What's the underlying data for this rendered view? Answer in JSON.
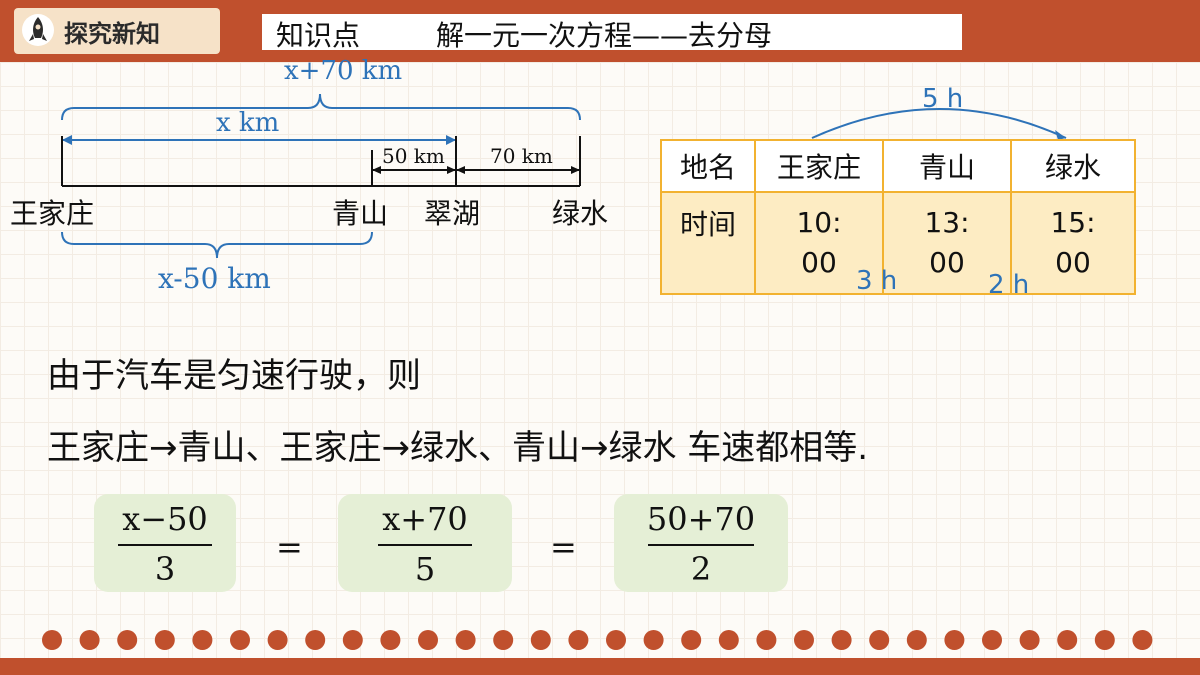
{
  "header": {
    "badge_label": "探究新知",
    "kp_label": "知识点",
    "kp_title": "解一元一次方程——去分母"
  },
  "diagram": {
    "top_brace_label": "x+70 km",
    "x_label": "x km",
    "seg_50": "50 km",
    "seg_70": "70 km",
    "places": [
      "王家庄",
      "青山",
      "翠湖",
      "绿水"
    ],
    "bottom_brace_label": "x-50 km"
  },
  "schedule": {
    "header": [
      "地名",
      "王家庄",
      "青山",
      "绿水"
    ],
    "row_label": "时间",
    "times": [
      [
        "10:",
        "00"
      ],
      [
        "13:",
        "00"
      ],
      [
        "15:",
        "00"
      ]
    ],
    "span_total": "5 h",
    "span_1": "3 h",
    "span_2": "2 h"
  },
  "text": {
    "line1": "由于汽车是匀速行驶，则",
    "line2": "王家庄→青山、王家庄→绿水、青山→绿水 车速都相等."
  },
  "equation": {
    "f1_num": "x−50",
    "f1_den": "3",
    "f2_num": "x+70",
    "f2_den": "5",
    "f3_num": "50+70",
    "f3_den": "2",
    "eq_sign": "="
  },
  "colors": {
    "accent": "#c0502d",
    "blue": "#2e73b8",
    "table_border": "#f2b230",
    "frac_bg": "#e5efd6"
  }
}
